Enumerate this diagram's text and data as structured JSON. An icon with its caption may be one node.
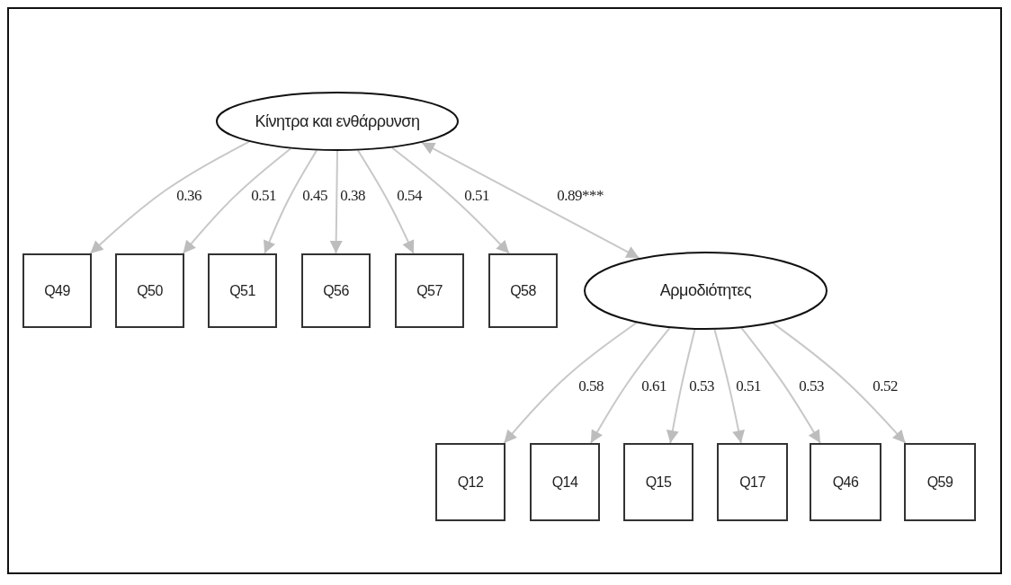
{
  "diagram": {
    "nodes": [
      {
        "text": [
          "Κίνητρα και ενθάρρυνση"
        ]
      },
      {
        "text": [
          "Q49"
        ]
      },
      {
        "text": [
          "Q50"
        ]
      },
      {
        "text": [
          "Q51"
        ]
      },
      {
        "text": [
          "Q56"
        ]
      },
      {
        "text": [
          "Q57"
        ]
      },
      {
        "text": [
          "Q58"
        ]
      },
      {
        "text": [
          "Αρμοδιότητες"
        ]
      },
      {
        "text": [
          "Q12"
        ]
      },
      {
        "text": [
          "Q14"
        ]
      },
      {
        "text": [
          "Q15"
        ]
      },
      {
        "text": [
          "Q17"
        ]
      },
      {
        "text": [
          "Q46"
        ]
      },
      {
        "text": [
          "Q59"
        ]
      }
    ],
    "edges": [
      {
        "from": 0,
        "to": 1,
        "arrow": "to",
        "label": "0.36"
      },
      {
        "from": 0,
        "to": 2,
        "arrow": "to",
        "label": "0.51"
      },
      {
        "from": 0,
        "to": 3,
        "arrow": "to",
        "label": "0.45"
      },
      {
        "from": 0,
        "to": 4,
        "arrow": "to",
        "label": "0.38"
      },
      {
        "from": 0,
        "to": 5,
        "arrow": "to",
        "label": "0.54"
      },
      {
        "from": 0,
        "to": 6,
        "arrow": "to",
        "label": "0.51"
      },
      {
        "from": 0,
        "to": 7,
        "arrow": "both",
        "label": "0.89***"
      },
      {
        "from": 7,
        "to": 8,
        "arrow": "to",
        "label": "0.58"
      },
      {
        "from": 7,
        "to": 9,
        "arrow": "to",
        "label": "0.61"
      },
      {
        "from": 7,
        "to": 10,
        "arrow": "to",
        "label": "0.53"
      },
      {
        "from": 7,
        "to": 11,
        "arrow": "to",
        "label": "0.51"
      },
      {
        "from": 7,
        "to": 12,
        "arrow": "to",
        "label": "0.53"
      },
      {
        "from": 7,
        "to": 13,
        "arrow": "to",
        "label": "0.52"
      }
    ]
  }
}
